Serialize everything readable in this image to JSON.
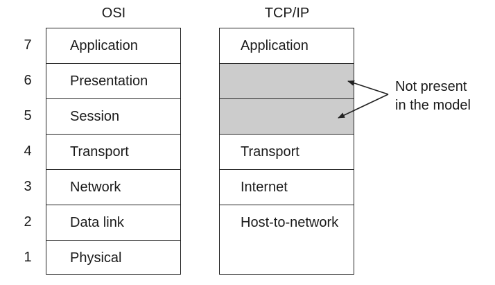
{
  "columns": {
    "osi": {
      "title": "OSI"
    },
    "tcpip": {
      "title": "TCP/IP"
    }
  },
  "layers": [
    {
      "number": "7",
      "osi": "Application",
      "tcpip": "Application",
      "present": true
    },
    {
      "number": "6",
      "osi": "Presentation",
      "tcpip": "",
      "present": false
    },
    {
      "number": "5",
      "osi": "Session",
      "tcpip": "",
      "present": false
    },
    {
      "number": "4",
      "osi": "Transport",
      "tcpip": "Transport",
      "present": true
    },
    {
      "number": "3",
      "osi": "Network",
      "tcpip": "Internet",
      "present": true
    },
    {
      "number": "2",
      "osi": "Data link",
      "tcpip": "Host-to-network",
      "present": true
    },
    {
      "number": "1",
      "osi": "Physical",
      "tcpip": "",
      "present": true
    }
  ],
  "annotation": {
    "line1": "Not present",
    "line2": "in the model"
  },
  "colors": {
    "absent_fill": "#cccccc",
    "line": "#222222"
  }
}
